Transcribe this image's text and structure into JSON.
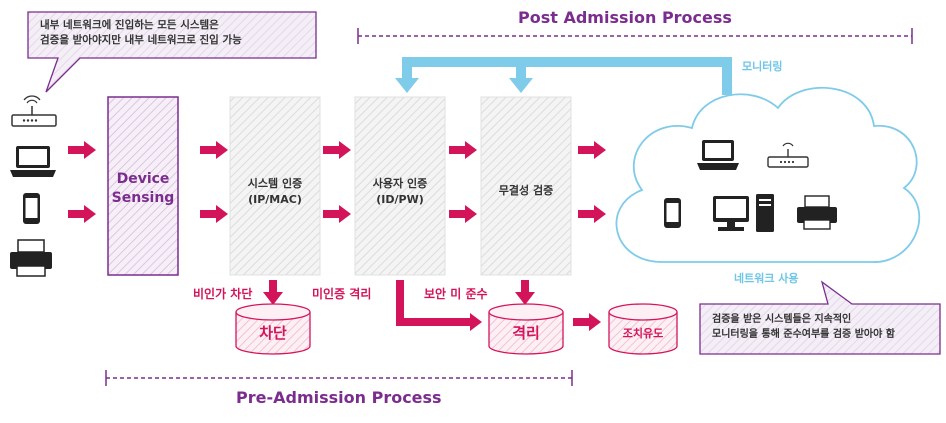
{
  "callout_top": {
    "line1": "내부 네트워크에 진입하는 모든 시스템은",
    "line2": "검증을 받아야지만 내부 네트워크로 진입 가능"
  },
  "callout_bottom": {
    "line1": "검증을 받은 시스템들은 지속적인",
    "line2": "모니터링을 통해 준수여부를 검증 받아야 함"
  },
  "post_admission": "Post Admission Process",
  "pre_admission": "Pre-Admission Process",
  "monitoring": "모니터링",
  "network_use": "네트워크 사용",
  "stages": {
    "device_sensing_1": "Device",
    "device_sensing_2": "Sensing",
    "system_auth_1": "시스템 인증",
    "system_auth_2": "(IP/MAC)",
    "user_auth_1": "사용자 인증",
    "user_auth_2": "(ID/PW)",
    "integrity": "무결성 검증"
  },
  "failures": {
    "unauthorized": "비인가 차단",
    "unauthenticated": "미인증 격리",
    "noncompliant": "보안 미 준수"
  },
  "outcomes": {
    "block": "차단",
    "quarantine": "격리",
    "remediation": "조치유도"
  },
  "colors": {
    "accent": "#d4145a",
    "purple": "#7b2d8e",
    "monitor_blue": "#7fcbea"
  }
}
